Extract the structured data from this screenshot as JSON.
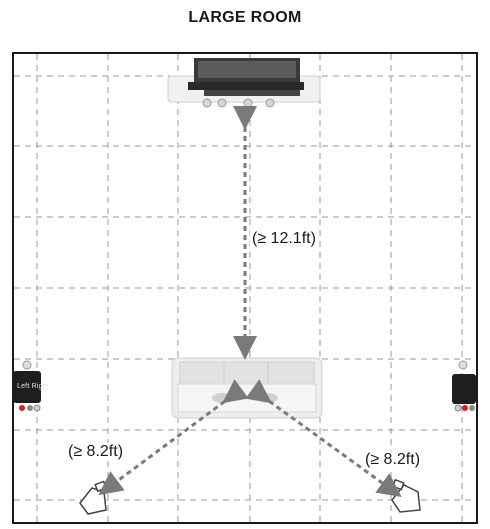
{
  "title": "LARGE ROOM",
  "distances": {
    "front": "(≥ 12.1ft)",
    "rear_left": "(≥ 8.2ft)",
    "rear_right": "(≥ 8.2ft)"
  },
  "left_speaker_label": "Left Right",
  "colors": {
    "line": "#1a1a1a",
    "grid": "#9a9a9a",
    "arrow": "#7a7a7a",
    "device": "#e9e9e9",
    "tv": "#3a3a3a"
  }
}
